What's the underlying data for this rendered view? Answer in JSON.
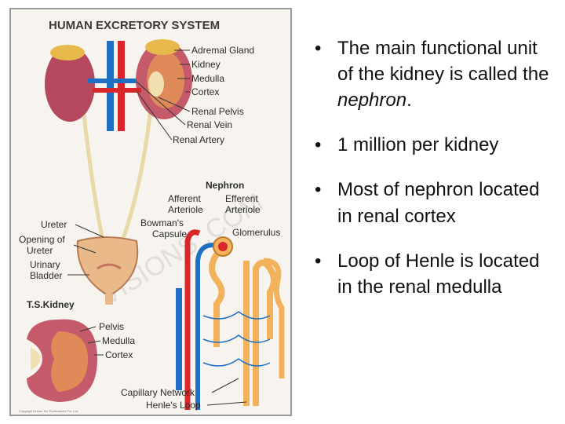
{
  "poster": {
    "title": "HUMAN EXCRETORY SYSTEM",
    "labels": {
      "adrenal_gland": "Adremal Gland",
      "kidney": "Kidney",
      "medulla": "Medulla",
      "cortex": "Cortex",
      "renal_pelvis": "Renal Pelvis",
      "renal_vein": "Renal Vein",
      "renal_artery": "Renal Artery",
      "nephron": "Nephron",
      "afferent_1": "Afferent",
      "afferent_2": "Arteriole",
      "efferent_1": "Efferent",
      "efferent_2": "Arteriole",
      "bowmans_1": "Bowman's",
      "bowmans_2": "Capsule",
      "glomerulus": "Glomerulus",
      "ureter": "Ureter",
      "opening_1": "Opening of",
      "opening_2": "Ureter",
      "bladder_1": "Urinary",
      "bladder_2": "Bladder",
      "ts_kidney": "T.S.Kidney",
      "pelvis": "Pelvis",
      "ts_medulla": "Medulla",
      "ts_cortex": "Cortex",
      "capillary": "Capillary Network",
      "henle": "Henle's Loop"
    },
    "watermark": "VISIONS .COM",
    "copyright": "Copyright Dream Tex Publications Pvt. Ltd."
  },
  "bullets": [
    {
      "pre": "The main functional unit of the kidney is called the ",
      "em": "nephron",
      "post": "."
    },
    {
      "pre": "1 million per kidney",
      "em": "",
      "post": ""
    },
    {
      "pre": "Most of nephron located in renal cortex",
      "em": "",
      "post": ""
    },
    {
      "pre": "Loop of Henle is located in the renal medulla",
      "em": "",
      "post": ""
    }
  ],
  "colors": {
    "artery": "#d9262b",
    "vein": "#1f6fc4",
    "kidney": "#b5475e",
    "tubule": "#f2b25c",
    "ureter": "#e9d9a8"
  }
}
